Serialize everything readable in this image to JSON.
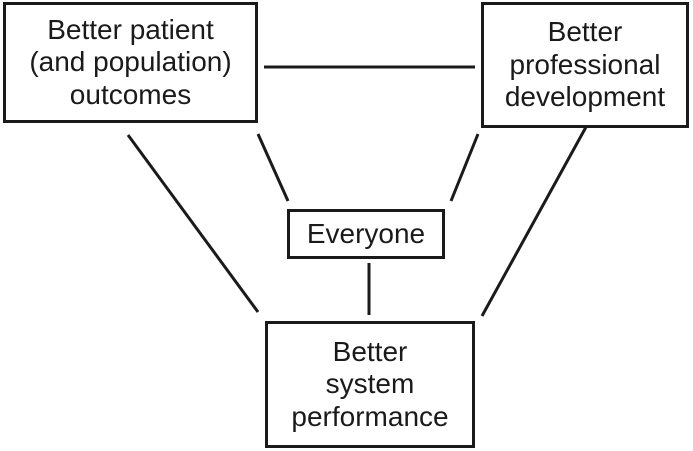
{
  "diagram": {
    "nodes": {
      "patient": {
        "label": "Better patient\n(and population)\noutcomes"
      },
      "professional": {
        "label": "Better\nprofessional\ndevelopment"
      },
      "everyone": {
        "label": "Everyone"
      },
      "system": {
        "label": "Better\nsystem\nperformance"
      }
    },
    "edges": [
      {
        "from": "patient",
        "to": "professional"
      },
      {
        "from": "patient",
        "to": "system"
      },
      {
        "from": "professional",
        "to": "system"
      },
      {
        "from": "patient",
        "to": "everyone"
      },
      {
        "from": "professional",
        "to": "everyone"
      },
      {
        "from": "everyone",
        "to": "system"
      }
    ],
    "colors": {
      "stroke": "#1a1a1a",
      "background": "#ffffff"
    }
  }
}
